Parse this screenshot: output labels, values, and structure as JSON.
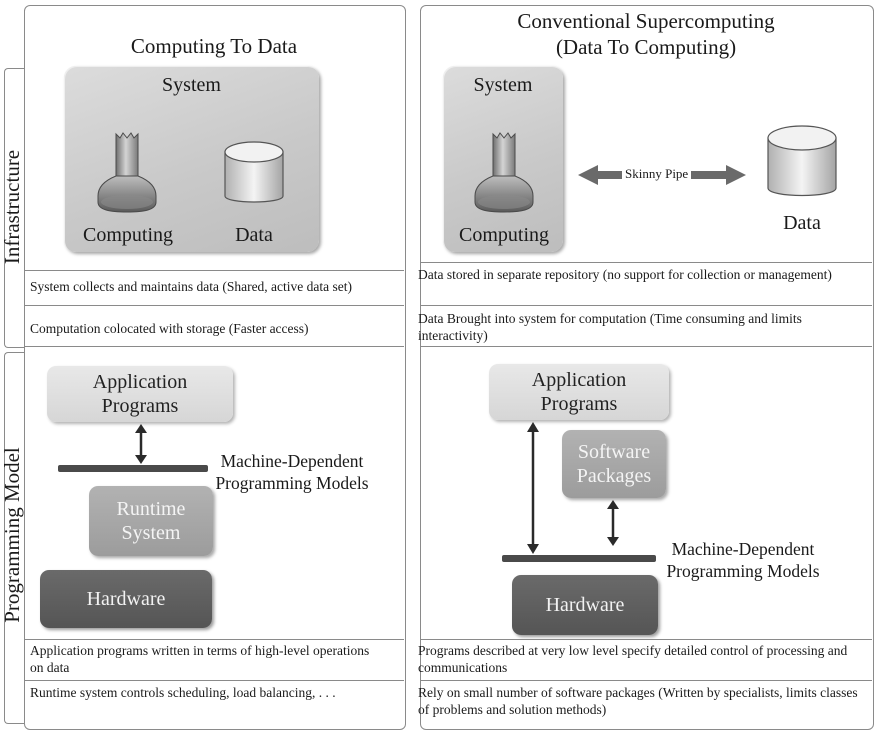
{
  "side_labels": {
    "infrastructure": "Infrastructure",
    "programming_model": "Programming Model"
  },
  "left": {
    "title": "Computing To Data",
    "system_label": "System",
    "computing_label": "Computing",
    "data_label": "Data",
    "infra_rows": [
      "System collects and maintains data (Shared, active data set)",
      "Computation colocated with storage (Faster access)"
    ],
    "app_programs": "Application Programs",
    "machine_dependent": "Machine-Dependent Programming Models",
    "runtime_system": "Runtime System",
    "hardware": "Hardware",
    "pm_rows": [
      "Application programs written in terms of high-level operations on data",
      "Runtime system controls scheduling, load balancing, . . ."
    ]
  },
  "right": {
    "title_line1": "Conventional Supercomputing",
    "title_line2": "(Data To Computing)",
    "system_label": "System",
    "computing_label": "Computing",
    "data_label": "Data",
    "pipe_label": "Skinny Pipe",
    "infra_rows": [
      "Data stored in separate repository (no support for collection or management)",
      "Data Brought into system for computation (Time consuming and limits interactivity)"
    ],
    "app_programs": "Application Programs",
    "software_packages": "Software Packages",
    "machine_dependent": "Machine-Dependent Programming Models",
    "hardware": "Hardware",
    "pm_rows": [
      "Programs described at very low level specify detailed control of processing and communications",
      "Rely on small number of software packages (Written by specialists, limits classes of problems and solution methods)"
    ]
  }
}
